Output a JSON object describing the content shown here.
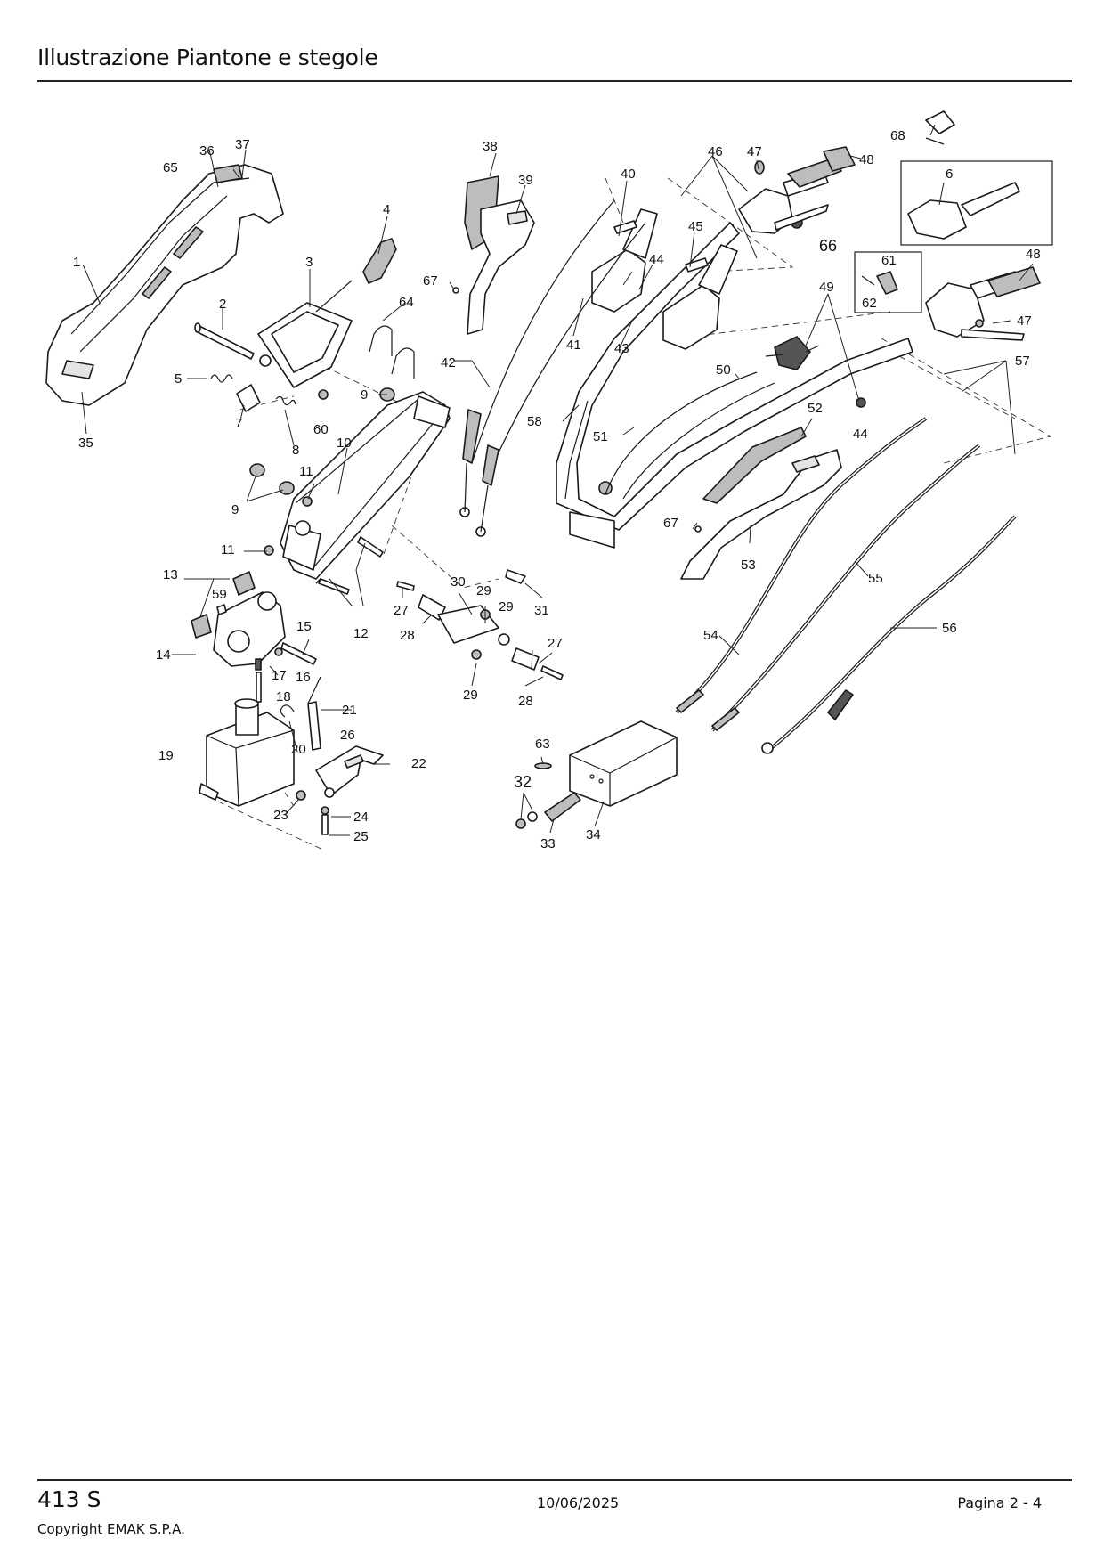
{
  "header": {
    "title": "Illustrazione  Piantone e stegole"
  },
  "footer": {
    "model": "413 S",
    "date": "10/06/2025",
    "page": "Pagina 2 - 4",
    "copyright": "Copyright EMAK S.P.A."
  },
  "callouts": [
    {
      "num": "1"
    },
    {
      "num": "2"
    },
    {
      "num": "3"
    },
    {
      "num": "4"
    },
    {
      "num": "5"
    },
    {
      "num": "6"
    },
    {
      "num": "7"
    },
    {
      "num": "8"
    },
    {
      "num": "9"
    },
    {
      "num": "9"
    },
    {
      "num": "10"
    },
    {
      "num": "11"
    },
    {
      "num": "11"
    },
    {
      "num": "12"
    },
    {
      "num": "13"
    },
    {
      "num": "14"
    },
    {
      "num": "15"
    },
    {
      "num": "16"
    },
    {
      "num": "17"
    },
    {
      "num": "18"
    },
    {
      "num": "19"
    },
    {
      "num": "20"
    },
    {
      "num": "21"
    },
    {
      "num": "22"
    },
    {
      "num": "23"
    },
    {
      "num": "24"
    },
    {
      "num": "25"
    },
    {
      "num": "26"
    },
    {
      "num": "27"
    },
    {
      "num": "27"
    },
    {
      "num": "28"
    },
    {
      "num": "28"
    },
    {
      "num": "29"
    },
    {
      "num": "29"
    },
    {
      "num": "29"
    },
    {
      "num": "30"
    },
    {
      "num": "31"
    },
    {
      "num": "32"
    },
    {
      "num": "33"
    },
    {
      "num": "34"
    },
    {
      "num": "35"
    },
    {
      "num": "36"
    },
    {
      "num": "37"
    },
    {
      "num": "38"
    },
    {
      "num": "39"
    },
    {
      "num": "40"
    },
    {
      "num": "41"
    },
    {
      "num": "42"
    },
    {
      "num": "43"
    },
    {
      "num": "44"
    },
    {
      "num": "44"
    },
    {
      "num": "45"
    },
    {
      "num": "46"
    },
    {
      "num": "47"
    },
    {
      "num": "47"
    },
    {
      "num": "48"
    },
    {
      "num": "48"
    },
    {
      "num": "49"
    },
    {
      "num": "50"
    },
    {
      "num": "51"
    },
    {
      "num": "52"
    },
    {
      "num": "53"
    },
    {
      "num": "54"
    },
    {
      "num": "55"
    },
    {
      "num": "56"
    },
    {
      "num": "57"
    },
    {
      "num": "58"
    },
    {
      "num": "59"
    },
    {
      "num": "60"
    },
    {
      "num": "61"
    },
    {
      "num": "62"
    },
    {
      "num": "63"
    },
    {
      "num": "64"
    },
    {
      "num": "65"
    },
    {
      "num": "66"
    },
    {
      "num": "67"
    },
    {
      "num": "67"
    },
    {
      "num": "68"
    }
  ]
}
